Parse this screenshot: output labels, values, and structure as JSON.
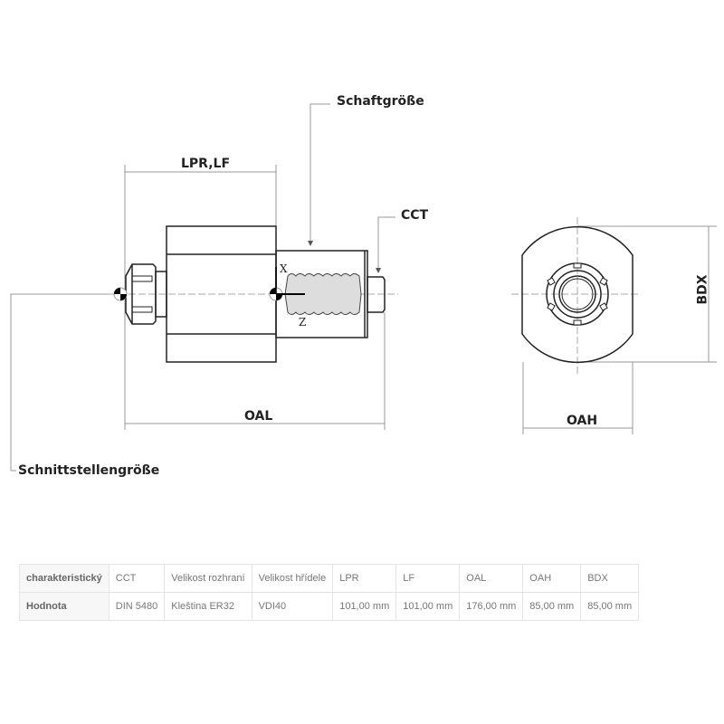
{
  "drawing": {
    "labels": {
      "lpr_lf": "LPR,LF",
      "schaft": "Schaftgröße",
      "cct": "CCT",
      "oal": "OAL",
      "schnittstelle": "Schnittstellengröße",
      "bdx": "BDX",
      "oah": "OAH",
      "axis_x": "X",
      "axis_z": "Z"
    }
  },
  "table": {
    "header": [
      "charakteristický",
      "CCT",
      "Velikost rozhraní",
      "Velikost hřídele",
      "LPR",
      "LF",
      "OAL",
      "OAH",
      "BDX"
    ],
    "row": [
      "Hodnota",
      "DIN 5480",
      "Kleština ER32",
      "VDI40",
      "101,00 mm",
      "101,00 mm",
      "176,00 mm",
      "85,00 mm",
      "85,00 mm"
    ]
  }
}
